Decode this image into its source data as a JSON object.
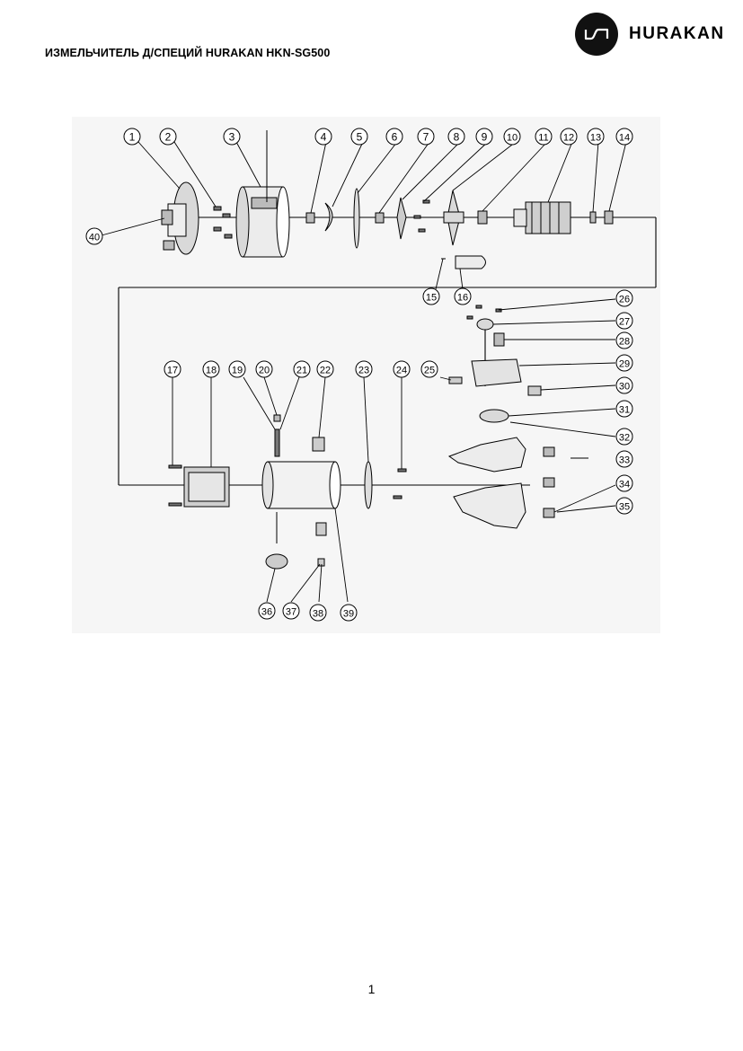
{
  "header": {
    "title": "ИЗМЕЛЬЧИТЕЛЬ Д/СПЕЦИЙ HURAKAN HKN-SG500",
    "brand_name": "HURAKAN",
    "logo_icon": "hurakan-wave-logo-icon"
  },
  "diagram": {
    "part_numbers": [
      "1",
      "2",
      "3",
      "4",
      "5",
      "6",
      "7",
      "8",
      "9",
      "10",
      "11",
      "12",
      "13",
      "14",
      "15",
      "16",
      "17",
      "18",
      "19",
      "20",
      "21",
      "22",
      "23",
      "24",
      "25",
      "26",
      "27",
      "28",
      "29",
      "30",
      "31",
      "32",
      "33",
      "34",
      "35",
      "36",
      "37",
      "38",
      "39",
      "40"
    ]
  },
  "footer": {
    "page_number": "1"
  },
  "colors": {
    "ink": "#000000",
    "part_fill": "#d9d9d9",
    "background": "#ffffff"
  }
}
